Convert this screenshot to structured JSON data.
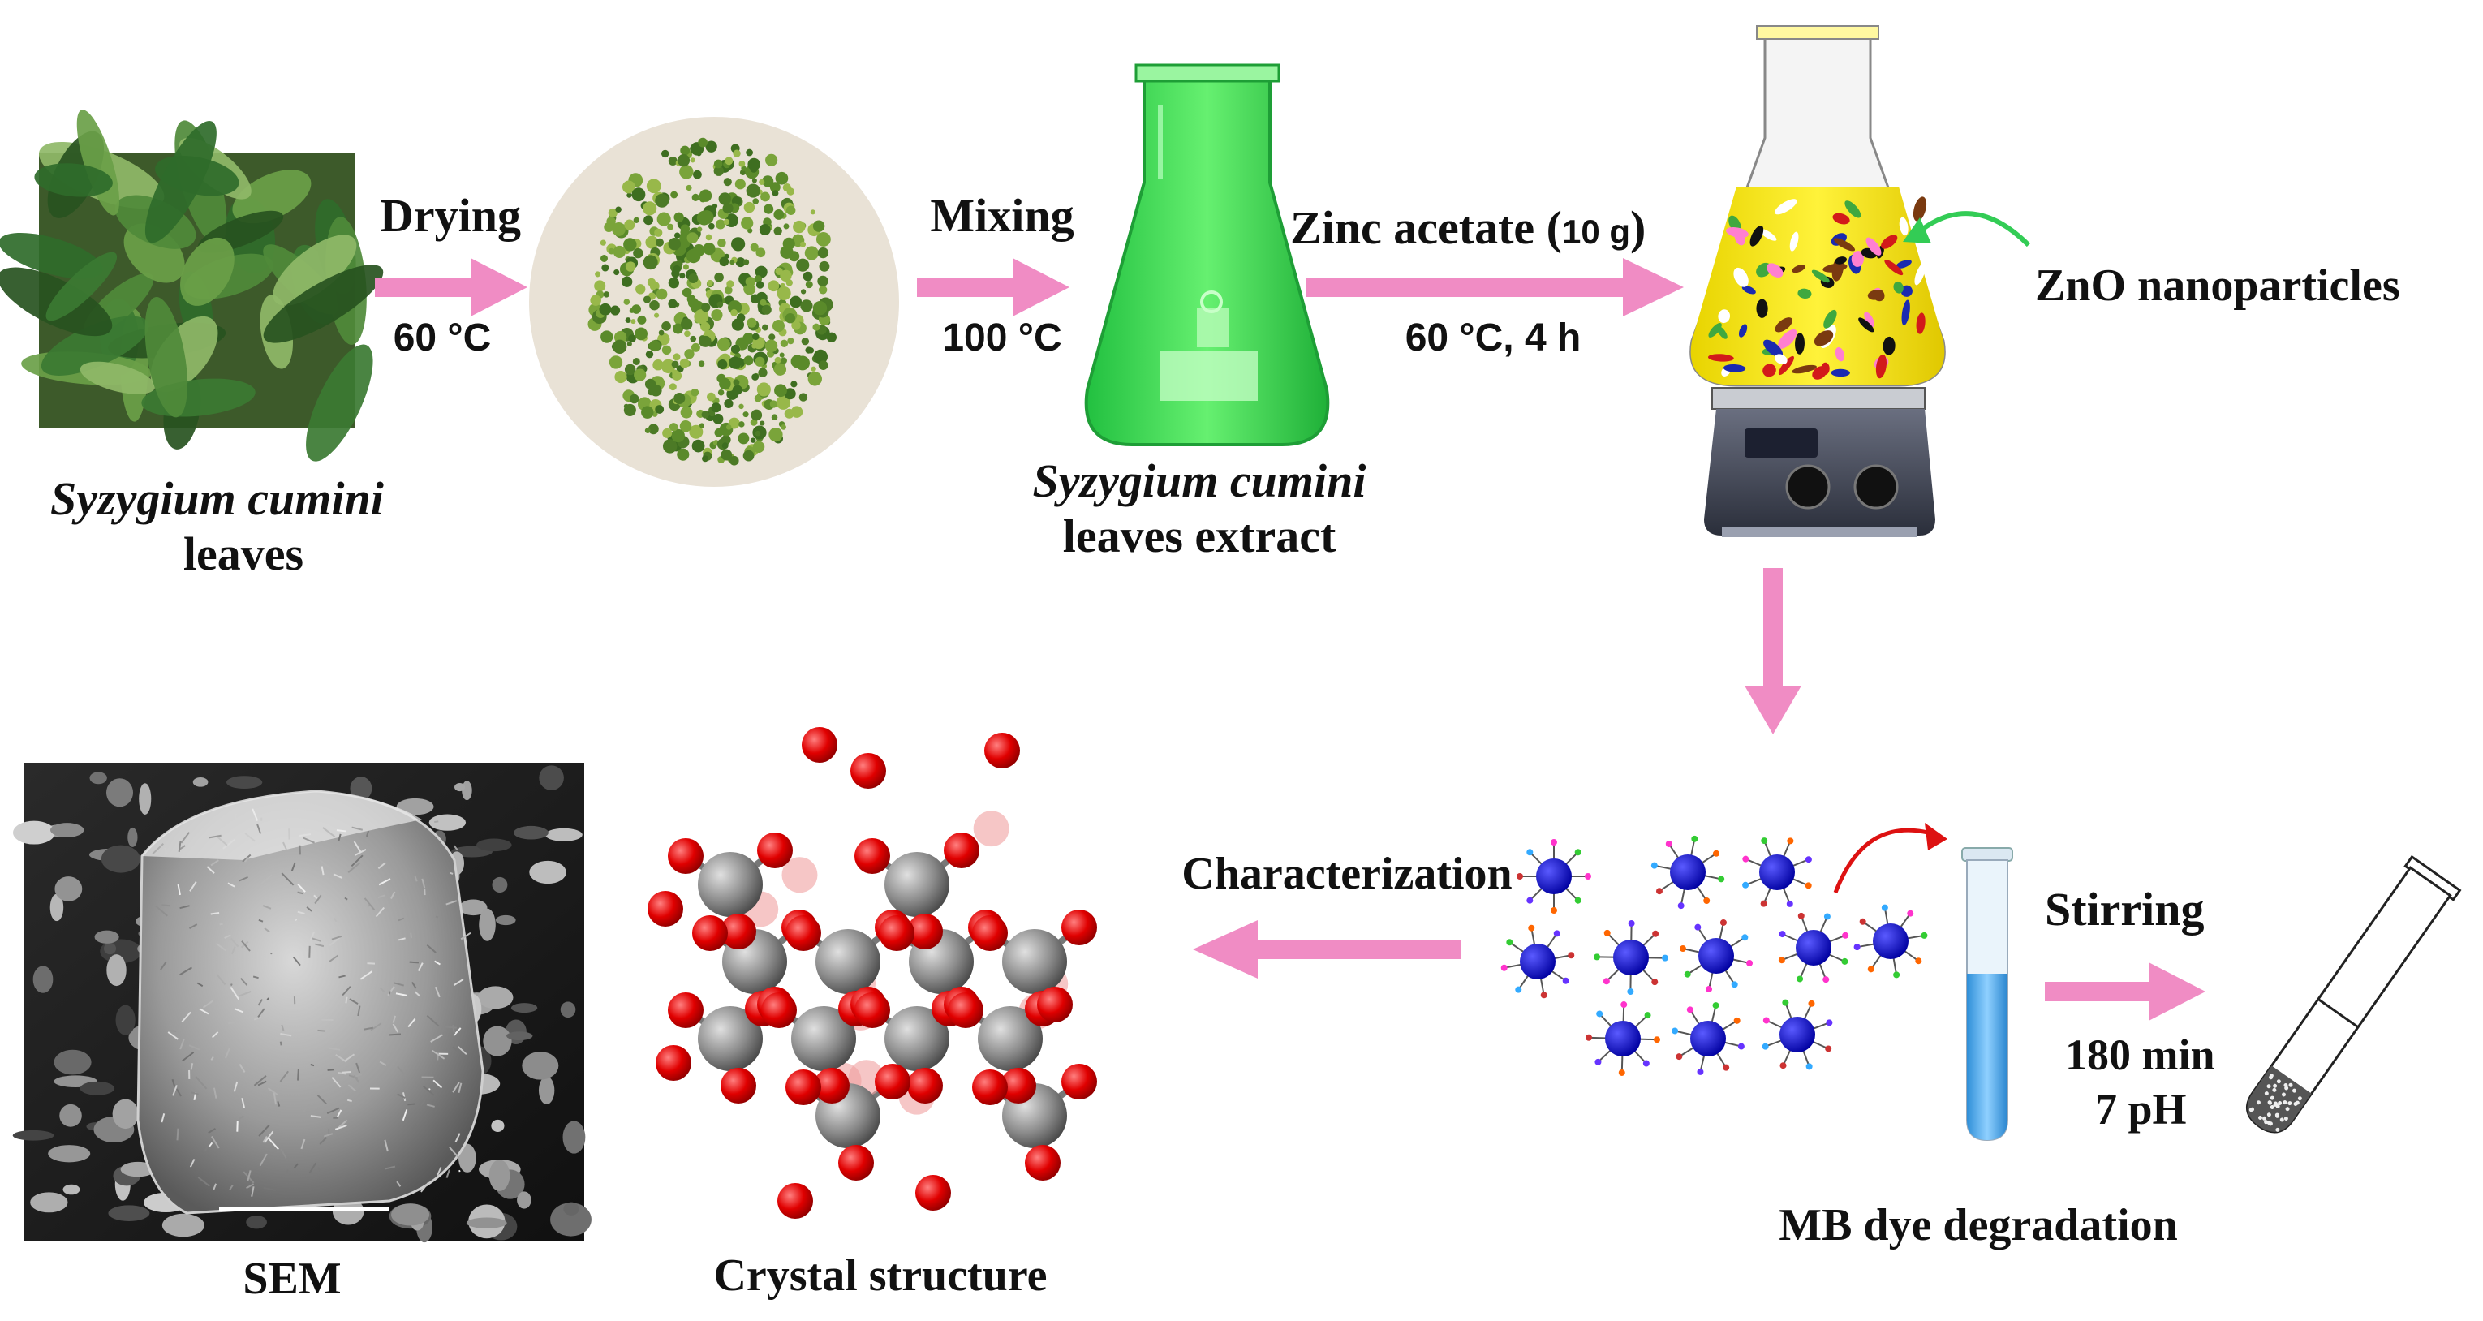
{
  "colors": {
    "arrow": "#f08cc4",
    "green_arrow": "#33cc55",
    "red_arrow": "#dd1111",
    "extract_green": "#44e055",
    "zno_yellow": "#ffee22",
    "mb_blue": "#4aa8e8",
    "atom_red": "#dd0000",
    "atom_grey": "#8a8a8a",
    "particle_blue": "#0a0ad8"
  },
  "steps": {
    "leaves": {
      "label_italic": "Syzygium cumini",
      "label_plain": "leaves"
    },
    "drying": {
      "label": "Drying",
      "condition": "60 °C"
    },
    "mixing": {
      "label": "Mixing",
      "condition": "100 °C"
    },
    "extract": {
      "label_italic": "Syzygium cumini",
      "label_plain": "leaves extract"
    },
    "zinc": {
      "label_main": "Zinc acetate (",
      "label_amount": "10 g",
      "label_close": ")",
      "condition": "60 °C, 4 h"
    },
    "zno": {
      "label": "ZnO nanoparticles"
    },
    "characterization": {
      "label": "Characterization"
    },
    "stirring": {
      "label": "Stirring",
      "time": "180 min",
      "ph": "7 pH"
    },
    "mb": {
      "label": "MB dye degradation"
    },
    "sem": {
      "label": "SEM"
    },
    "crystal": {
      "label": "Crystal structure"
    }
  }
}
